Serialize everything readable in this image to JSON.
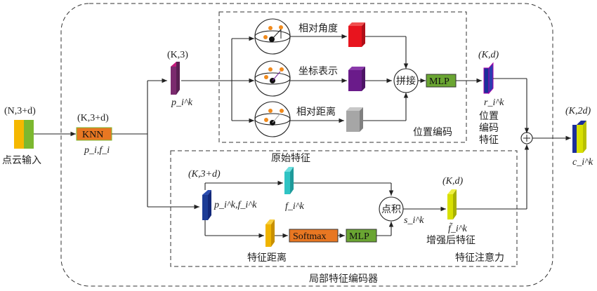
{
  "input": {
    "shape": "(N,3+d)",
    "label": "点云输入"
  },
  "knn": {
    "shape": "(K,3+d)",
    "label": "KNN",
    "var": "p_i,f_i"
  },
  "pos_branch": {
    "shape": "(K,3)",
    "var": "p_i^k",
    "rel_angle": "相对角度",
    "coord": "坐标表示",
    "rel_dist": "相对距离",
    "concat": "拼接",
    "mlp": "MLP",
    "region_label": "位置编码"
  },
  "pos_feature": {
    "shape": "(K,d)",
    "var": "r_i^k",
    "label_lines": [
      "位置",
      "编码",
      "特征"
    ]
  },
  "feat_branch": {
    "shape": "(K,3+d)",
    "var": "p_i^k,f_i^k",
    "orig_label": "原始特征",
    "orig_var": "f_i^k",
    "dist_label": "特征距离",
    "softmax": "Softmax",
    "mlp": "MLP",
    "dot": "点积",
    "score_var": "s_i^k",
    "enh_shape": "(K,d)",
    "enh_var": "f̃_i^k",
    "enh_label": "增强后特征",
    "region_label": "特征注意力"
  },
  "output": {
    "shape": "(K,2d)",
    "var": "c_i^k"
  },
  "encoder_label": "局部特征编码器",
  "colors": {
    "input_a": "#f5b800",
    "input_b": "#7cb82f",
    "knn": "#e87722",
    "pos": "#7b2a6e",
    "angle": "#e8141e",
    "coord": "#6a1b8a",
    "dist": "#a6a6a6",
    "mlp": "#6aa532",
    "rfeat": "#1c2e9a",
    "feat_in": "#1c3c96",
    "orig": "#2fc4c4",
    "featdist": "#f0b400",
    "enh": "#d8e000",
    "out_a": "#1c2e9a",
    "out_b": "#d8e000"
  }
}
